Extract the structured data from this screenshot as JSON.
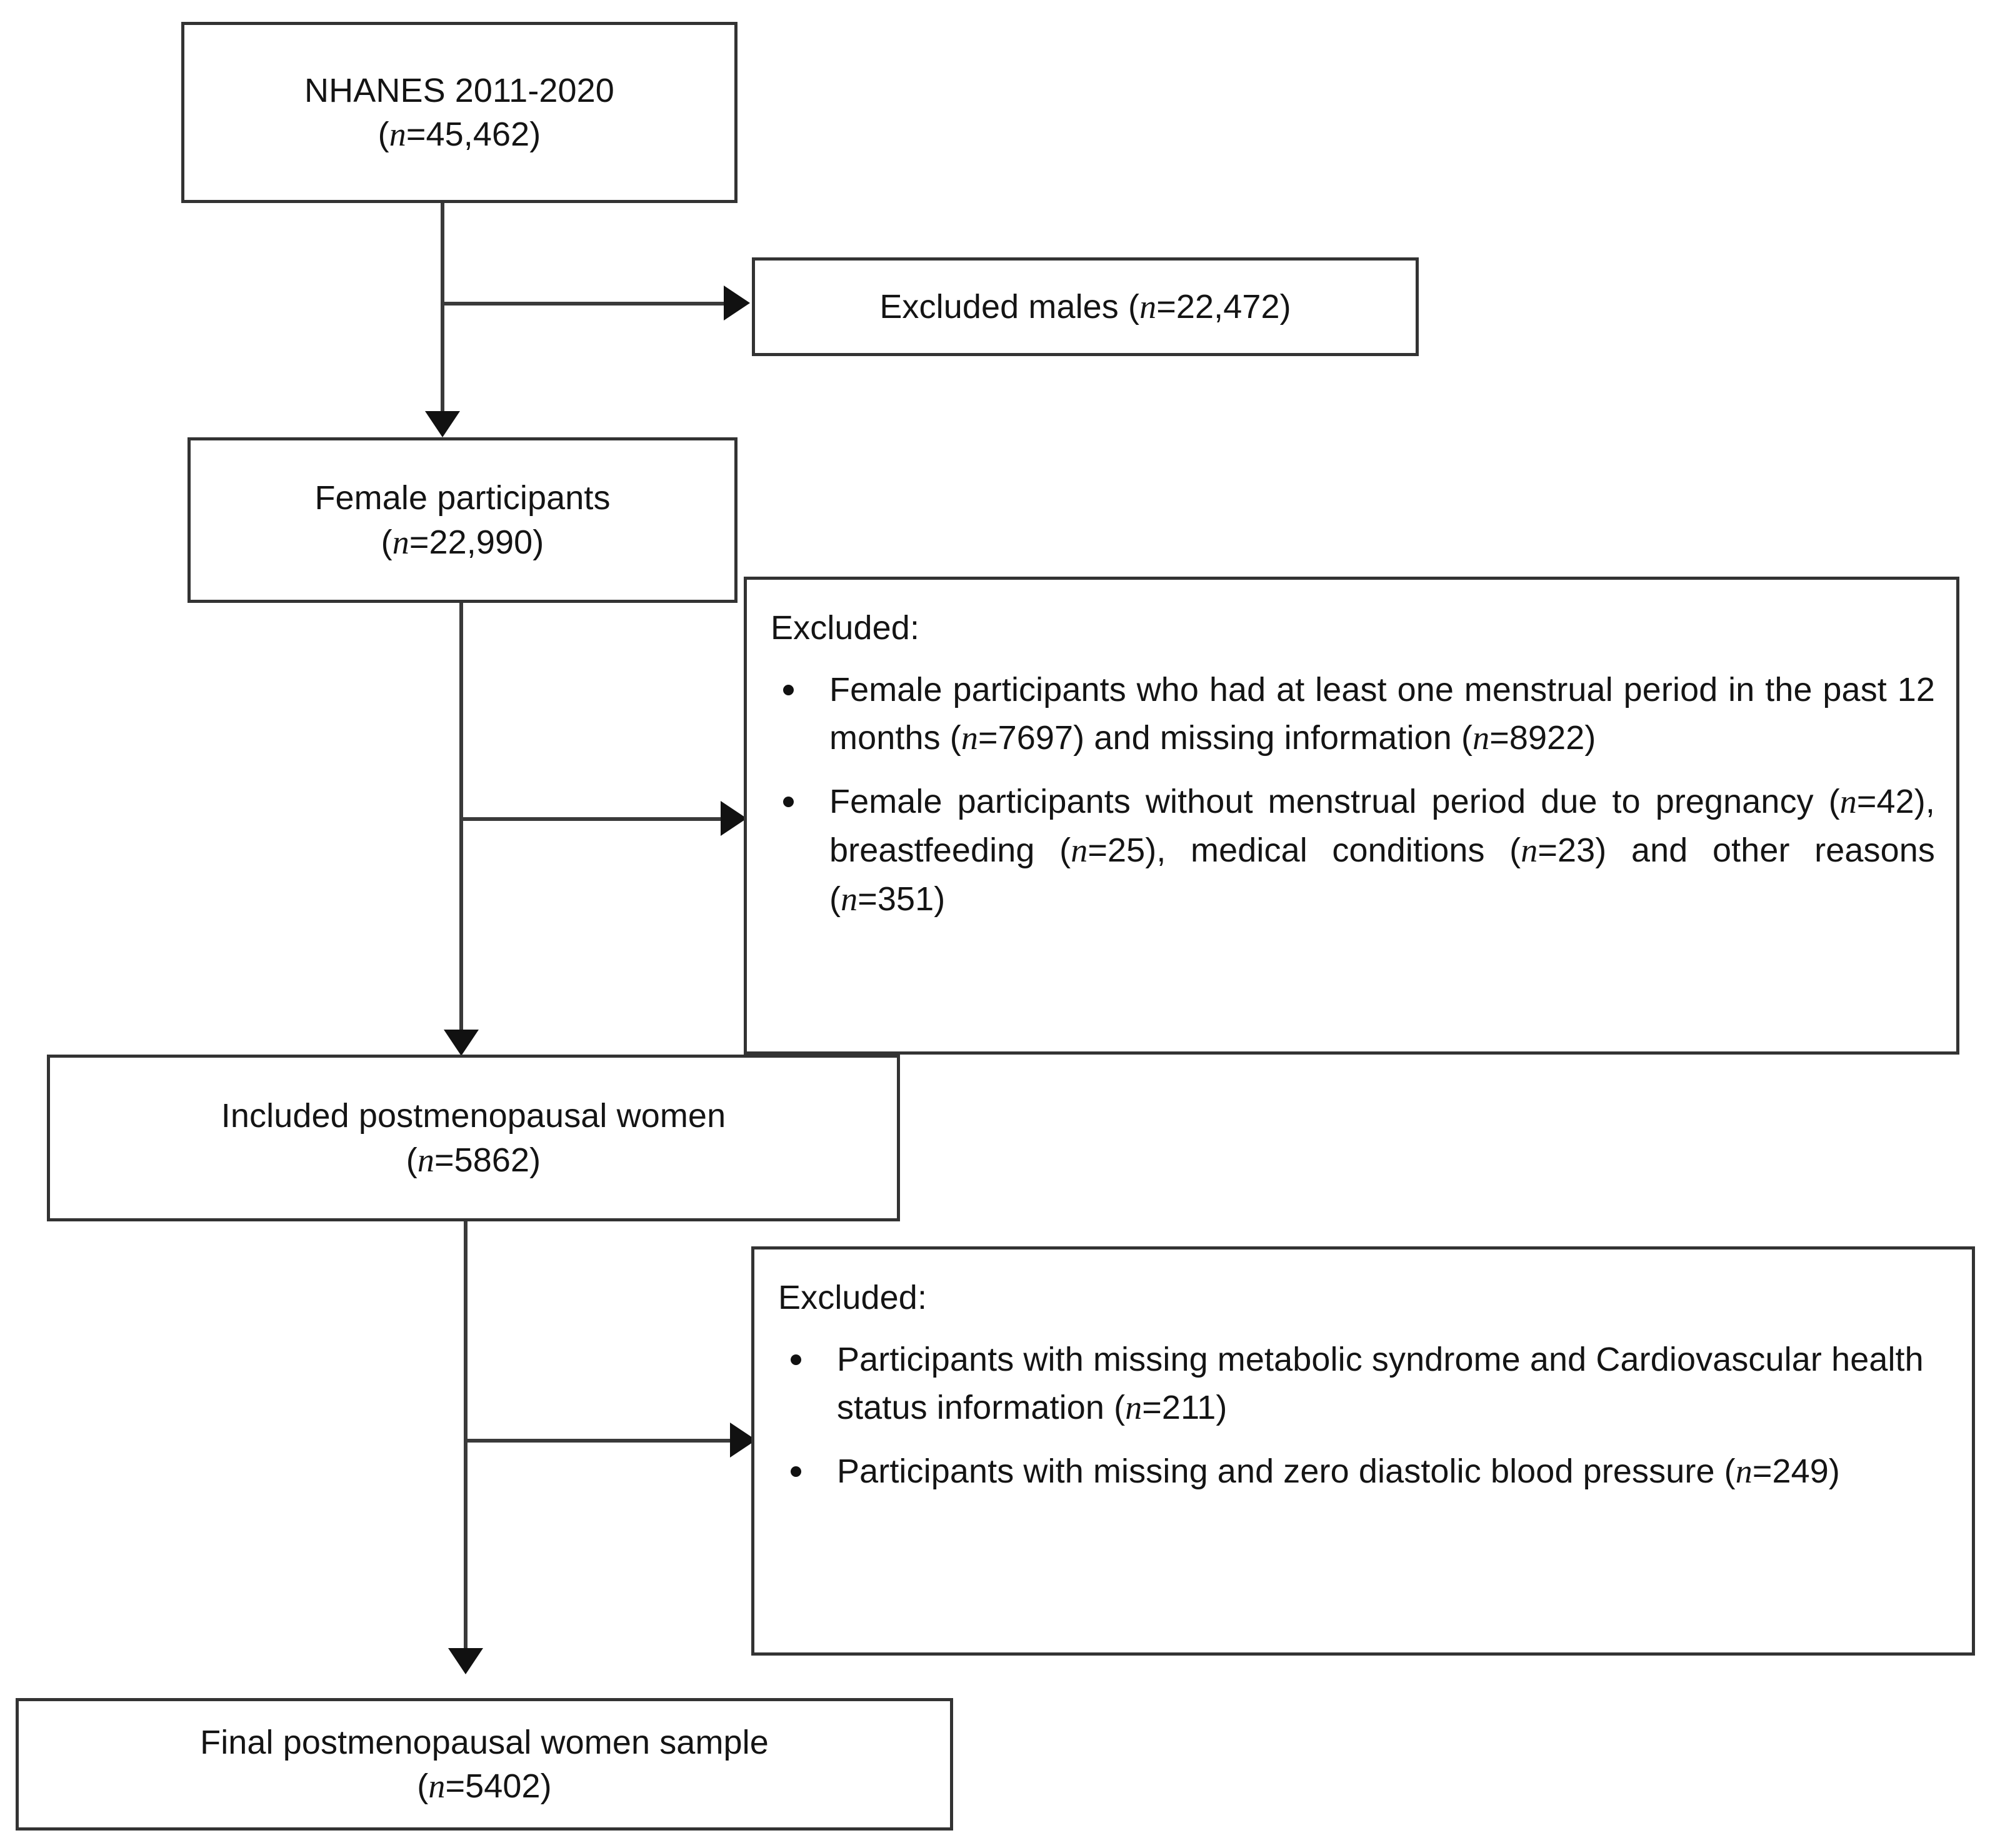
{
  "figure": {
    "type": "flowchart",
    "title": "Participant selection flow diagram",
    "orientation": "top-to-bottom",
    "background_color": "#ffffff",
    "line_color": "#333333",
    "text_color": "#141414"
  },
  "nodes": {
    "source": {
      "id": "nhanes-source",
      "line1": "NHANES 2011-2020",
      "n_prefix": "(",
      "n_italic": "n",
      "n_value": "=45,462)",
      "n_label": "(n=45,462)",
      "count": 45462
    },
    "excluded_males": {
      "id": "excluded-males",
      "text_before": "Excluded males (",
      "n_italic": "n",
      "text_after": "=22,472)",
      "full_text": "Excluded males (n=22,472)",
      "count": 22472
    },
    "female": {
      "id": "female-participants",
      "line1": "Female participants",
      "n_italic": "n",
      "n_value": "=22,990)",
      "n_label": "(n=22,990)",
      "count": 22990
    },
    "excluded_1": {
      "id": "excluded-block-1",
      "title": "Excluded:",
      "bullets": [
        {
          "seg1": "Female participants who had at least one menstrual period in the past 12 months (",
          "n1": "n",
          "seg2": "=7697) and missing information (",
          "n2": "n",
          "seg3": "=8922)",
          "full_text": "Female participants who had at least one menstrual period in the past 12 months (n=7697) and missing information (n=8922)",
          "counts": [
            7697,
            8922
          ]
        },
        {
          "seg1": "Female participants without menstrual period due to pregnancy (",
          "n1": "n",
          "seg2": "=42), breastfeeding (",
          "n2": "n",
          "seg3": "=25), medical conditions (",
          "n3": "n",
          "seg4": "=23) and other reasons (",
          "n4": "n",
          "seg5": "=351)",
          "full_text": "Female participants without menstrual period due to pregnancy (n=42), breastfeeding (n=25), medical conditions (n=23) and other reasons (n=351)",
          "counts": [
            42,
            25,
            23,
            351
          ]
        }
      ]
    },
    "included": {
      "id": "included-postmenopausal",
      "line1": "Included postmenopausal women",
      "n_italic": "n",
      "n_value": "=5862)",
      "n_label": "(n=5862)",
      "count": 5862
    },
    "excluded_2": {
      "id": "excluded-block-2",
      "title": "Excluded:",
      "bullets": [
        {
          "seg1": "Participants with missing metabolic syndrome and Cardiovascular health status information (",
          "n1": "n",
          "seg2": "=211)",
          "full_text": "Participants with missing metabolic syndrome and Cardiovascular health status information (n=211)",
          "counts": [
            211
          ]
        },
        {
          "seg1": "Participants with missing and zero diastolic blood pressure (",
          "n1": "n",
          "seg2": "=249)",
          "full_text": "Participants with missing and zero diastolic blood pressure (n=249)",
          "counts": [
            249
          ]
        }
      ]
    },
    "final": {
      "id": "final-sample",
      "line1": "Final postmenopausal women sample",
      "n_italic": "n",
      "n_value": "=5402)",
      "n_label": "(n=5402)",
      "count": 5402
    }
  },
  "connectors": [
    {
      "id": "source-to-female",
      "from": "nhanes-source",
      "to": "female-participants",
      "kind": "vertical-arrow"
    },
    {
      "id": "source-to-excluded-males",
      "from": "nhanes-source",
      "to": "excluded-males",
      "kind": "branch-right-arrow"
    },
    {
      "id": "female-to-included",
      "from": "female-participants",
      "to": "included-postmenopausal",
      "kind": "vertical-arrow"
    },
    {
      "id": "female-to-excluded-1",
      "from": "female-participants",
      "to": "excluded-block-1",
      "kind": "branch-right-arrow"
    },
    {
      "id": "included-to-final",
      "from": "included-postmenopausal",
      "to": "final-sample",
      "kind": "vertical-arrow"
    },
    {
      "id": "included-to-excluded-2",
      "from": "included-postmenopausal",
      "to": "excluded-block-2",
      "kind": "branch-right-arrow"
    }
  ]
}
